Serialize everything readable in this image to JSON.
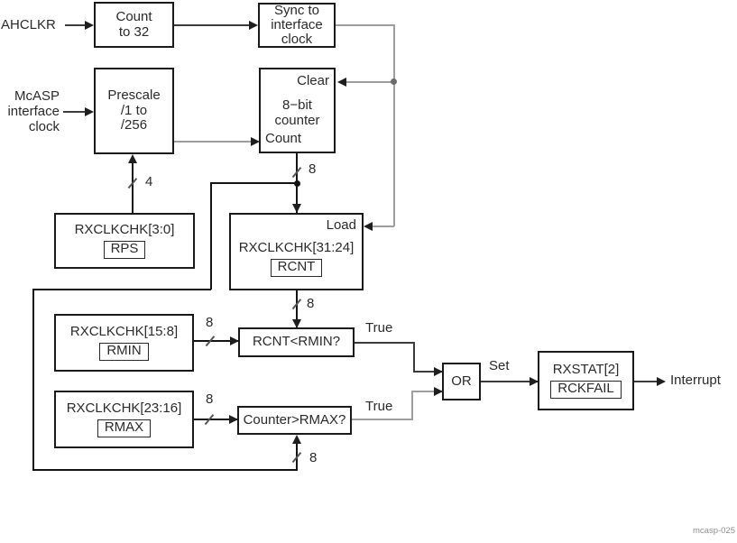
{
  "figure": {
    "id_label": "mcasp-025",
    "type": "block-diagram"
  },
  "blocks": {
    "count32": {
      "label": "Count\nto 32"
    },
    "sync": {
      "label": "Sync to\ninterface\nclock"
    },
    "prescale": {
      "label": "Prescale\n/1 to\n/256"
    },
    "counter": {
      "clear_pin": "Clear",
      "label": "8−bit\ncounter",
      "count_pin": "Count"
    },
    "rps": {
      "title": "RXCLKCHK[3:0]",
      "field": "RPS"
    },
    "rcnt": {
      "load_pin": "Load",
      "title": "RXCLKCHK[31:24]",
      "field": "RCNT"
    },
    "rmin": {
      "title": "RXCLKCHK[15:8]",
      "field": "RMIN"
    },
    "rmax": {
      "title": "RXCLKCHK[23:16]",
      "field": "RMAX"
    },
    "cmp_rmin": {
      "label": "RCNT<RMIN?"
    },
    "cmp_rmax": {
      "label": "Counter>RMAX?"
    },
    "or_gate": {
      "label": "OR"
    },
    "rxstat": {
      "title": "RXSTAT[2]",
      "field": "RCKFAIL"
    }
  },
  "io_labels": {
    "ahclkr": "AHCLKR",
    "mcasp_clock": "McASP\ninterface\nclock",
    "interrupt": "Interrupt"
  },
  "signal_labels": {
    "true_rmin": "True",
    "true_rmax": "True",
    "set": "Set"
  },
  "bus_widths": {
    "rps_bus": "4",
    "counter_out_bus": "8",
    "rcnt_out_bus": "8",
    "rmin_bus": "8",
    "rmax_bus": "8",
    "feedback_bus": "8"
  },
  "colors": {
    "background": "#ffffff",
    "box_border": "#1a1a1a",
    "line_dark": "#3c3c3c",
    "line_thick": "#141414",
    "line_light": "#9e9e9e",
    "text": "#2b2b2b",
    "figure_id_text": "#8e8e8e"
  }
}
